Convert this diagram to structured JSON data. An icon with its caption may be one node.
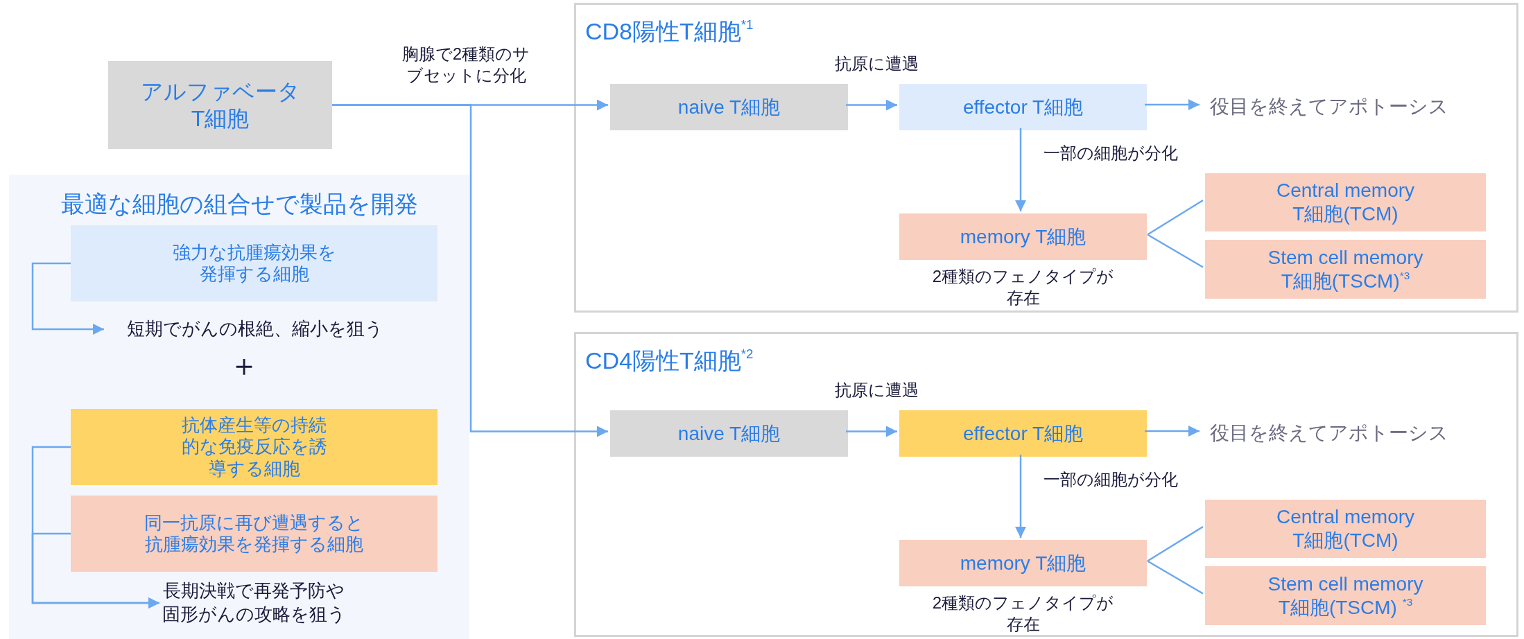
{
  "diagram": {
    "nodes": [
      {
        "text": [
          "アルファベータ T細胞"
        ]
      },
      {
        "text": [
          "最適な細胞の組合せで製品を開発"
        ]
      },
      {
        "text": [
          "強力な抗腫瘍効果を発揮する細胞"
        ],
        "in": 1
      },
      {
        "text": [
          "短期でがんの根絶、縮小を狙う"
        ],
        "in": 1
      },
      {
        "text": [
          "抗体産生等の持続的な免疫反応を誘導する細胞"
        ],
        "in": 1
      },
      {
        "text": [
          "同一抗原に再び遭遇すると抗腫瘍効果を発揮する細胞"
        ],
        "in": 1
      },
      {
        "text": [
          "長期決戦で再発予防や固形がんの攻略を狙う"
        ],
        "in": 1
      },
      {
        "text": [
          "CD8陽性T細胞$^{*1}$"
        ]
      },
      {
        "text": [
          "naive T細胞"
        ],
        "in": 7
      },
      {
        "text": [
          "effector T細胞"
        ],
        "in": 7
      },
      {
        "text": [
          "役目を終えてアポトーシス"
        ],
        "in": 7
      },
      {
        "text": [
          "memory T細胞"
        ],
        "in": 7,
        "beside": [
          "2種類のフェノタイプが存在"
        ]
      },
      {
        "text": [
          "Central memory T細胞(TCM)"
        ],
        "in": 7
      },
      {
        "text": [
          "Stem cell memory T細胞(TSCM)$^{*3}$"
        ],
        "in": 7
      },
      {
        "text": [
          "CD4陽性T細胞$^{*2}$"
        ]
      },
      {
        "text": [
          "naive T細胞"
        ],
        "in": 14
      },
      {
        "text": [
          "effector T細胞"
        ],
        "in": 14
      },
      {
        "text": [
          "役目を終えてアポトーシス"
        ],
        "in": 14
      },
      {
        "text": [
          "memory T細胞"
        ],
        "in": 14,
        "beside": [
          "2種類のフェノタイプが存在"
        ]
      },
      {
        "text": [
          "Central memory T細胞(TCM)"
        ],
        "in": 14
      },
      {
        "text": [
          "Stem cell memory T細胞(TSCM) $^{*3}$"
        ],
        "in": 14
      }
    ],
    "edges": [
      {
        "from": 0,
        "to": 8,
        "arrow": "to",
        "label": "胸腺で2種類のサブセットに分化"
      },
      {
        "from": 0,
        "to": 15,
        "arrow": "to"
      },
      {
        "from": 2,
        "to": 3,
        "arrow": "to"
      },
      {
        "from": 4,
        "to": 6,
        "arrow": "to"
      },
      {
        "from": 5,
        "to": 6,
        "arrow": "to"
      },
      {
        "from": 8,
        "to": 9,
        "arrow": "to",
        "label": "抗原に遭遇"
      },
      {
        "from": 9,
        "to": 10,
        "arrow": "to"
      },
      {
        "from": 9,
        "to": 11,
        "arrow": "to",
        "label": "一部の細胞が分化"
      },
      {
        "from": 11,
        "to": 12,
        "arrow": "none"
      },
      {
        "from": 11,
        "to": 13,
        "arrow": "none"
      },
      {
        "from": 15,
        "to": 16,
        "arrow": "to",
        "label": "抗原に遭遇"
      },
      {
        "from": 16,
        "to": 17,
        "arrow": "to"
      },
      {
        "from": 16,
        "to": 18,
        "arrow": "to",
        "label": "一部の細胞が分化"
      },
      {
        "from": 18,
        "to": 19,
        "arrow": "none"
      },
      {
        "from": 18,
        "to": 20,
        "arrow": "none"
      }
    ],
    "labels": [
      "＋"
    ]
  }
}
